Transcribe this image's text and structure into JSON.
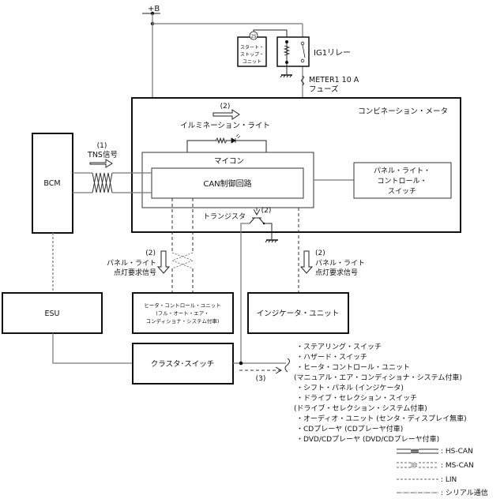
{
  "title": "コンビネーション・メータ system wiring diagram",
  "power": {
    "label": "+B"
  },
  "start_stop_unit": {
    "connector": "2S",
    "lines": [
      "スタート・",
      "ストップ・",
      "ユニット"
    ]
  },
  "ig1_relay": {
    "label": "IG1リレー"
  },
  "fuse": {
    "line1": "METER1 10 A",
    "line2": "フューズ"
  },
  "combination_meter": {
    "label": "コンビネーション・メータ"
  },
  "illumination": {
    "ref": "(2)",
    "label": "イルミネーション・ライト"
  },
  "microcomputer": {
    "label": "マイコン"
  },
  "can_circuit": {
    "label": "CAN制御回路"
  },
  "panel_light_switch": {
    "lines": [
      "パネル・ライト・",
      "コントロール・",
      "スイッチ"
    ]
  },
  "transistor": {
    "label": "トランジスタ",
    "ref": "(2)"
  },
  "bcm": {
    "label": "BCM"
  },
  "tns_signal": {
    "ref": "(1)",
    "label": "TNS信号"
  },
  "panel_request_left": {
    "ref": "(2)",
    "line1": "パネル・ライト",
    "line2": "点灯要求信号"
  },
  "panel_request_right": {
    "ref": "(2)",
    "line1": "パネル・ライト",
    "line2": "点灯要求信号"
  },
  "esu": {
    "label": "ESU"
  },
  "heater_unit": {
    "lines": [
      "ヒータ・コントロール・ユニット",
      "(フル・オート・エア・",
      "コンディショナ・システム付車)"
    ]
  },
  "indicator_unit": {
    "label": "インジケータ・ユニット"
  },
  "cluster_switch": {
    "label": "クラスタ･スイッチ"
  },
  "serial_ref": {
    "ref": "(3)"
  },
  "devices": [
    "・ステアリング・スイッチ",
    "・ハザード・スイッチ",
    "・ヒータ・コントロール・ユニット",
    "(マニュアル・エア・コンディショナ・システム付車)",
    "・シフト・パネル (インジケータ)",
    "・ドライブ・セレクション・スイッチ",
    "(ドライブ・セレクション・システム付車)",
    "・オーディオ・ユニット (センタ・ディスプレイ無車)",
    "・CDプレーヤ (CDプレーヤ付車)",
    "・DVD/CDプレーヤ (DVD/CDプレーヤ付車)"
  ],
  "legend": [
    {
      "type": "HS-CAN",
      "label": ": HS-CAN"
    },
    {
      "type": "MS-CAN",
      "label": ": MS-CAN"
    },
    {
      "type": "LIN",
      "label": ": LIN"
    },
    {
      "type": "serial",
      "label": ": シリアル通信"
    }
  ]
}
